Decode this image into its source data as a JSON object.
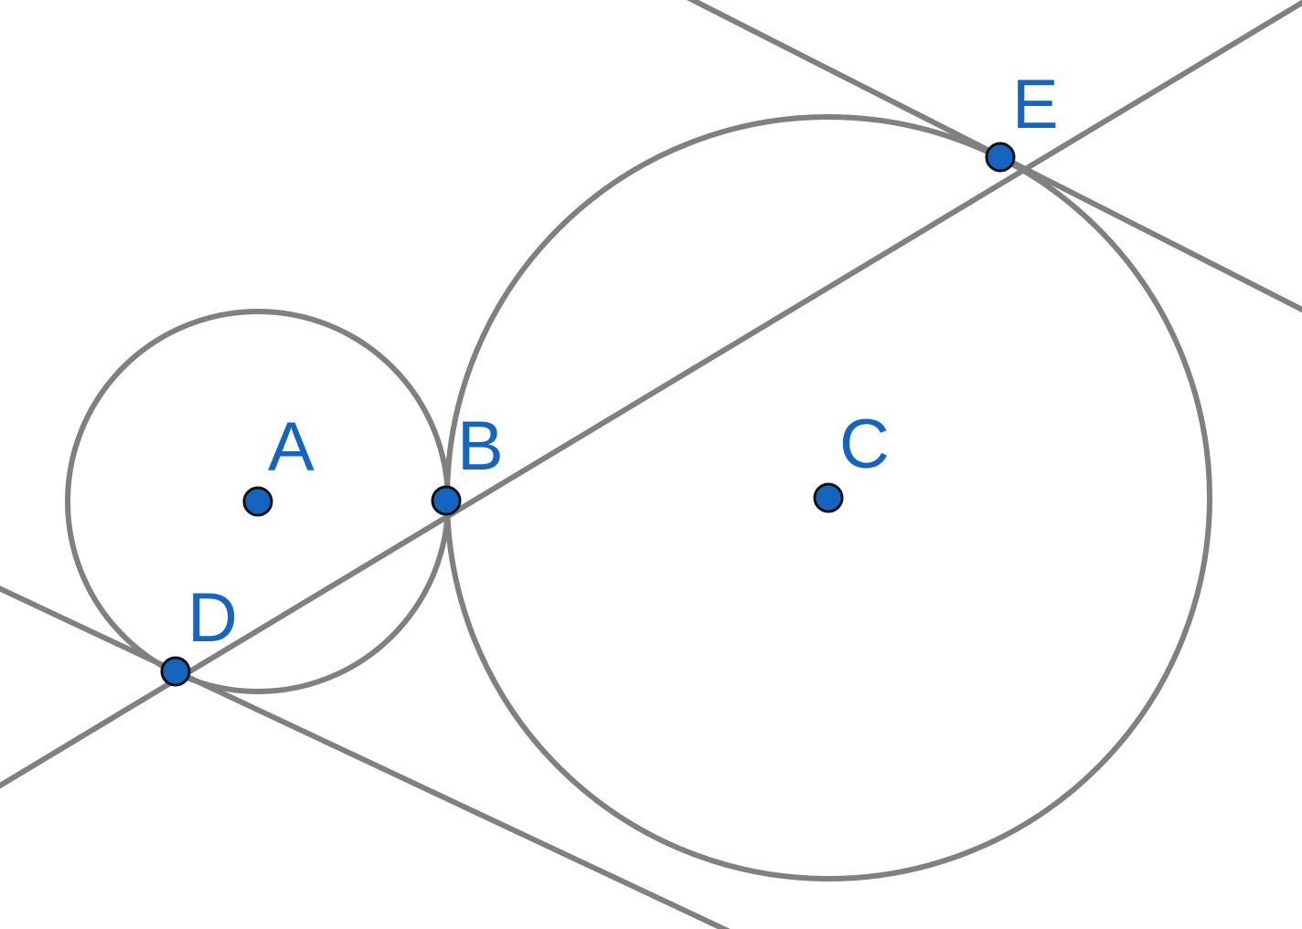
{
  "colors": {
    "stroke": "#808080",
    "point_fill": "#1565c0",
    "label": "#1565c0",
    "background": "#ffffff"
  },
  "points": [
    {
      "id": "A",
      "label": "A"
    },
    {
      "id": "B",
      "label": "B"
    },
    {
      "id": "C",
      "label": "C"
    },
    {
      "id": "D",
      "label": "D"
    },
    {
      "id": "E",
      "label": "E"
    }
  ],
  "circles": [
    {
      "id": "circle-a",
      "center": "A",
      "through": "B"
    },
    {
      "id": "circle-c",
      "center": "C",
      "through": "B"
    }
  ],
  "lines": [
    {
      "id": "line-de",
      "through": [
        "D",
        "E"
      ]
    },
    {
      "id": "tangent-d",
      "through": [
        "D"
      ],
      "tangent_to": "circle-a"
    },
    {
      "id": "tangent-e",
      "through": [
        "E"
      ],
      "tangent_to": "circle-c"
    }
  ]
}
